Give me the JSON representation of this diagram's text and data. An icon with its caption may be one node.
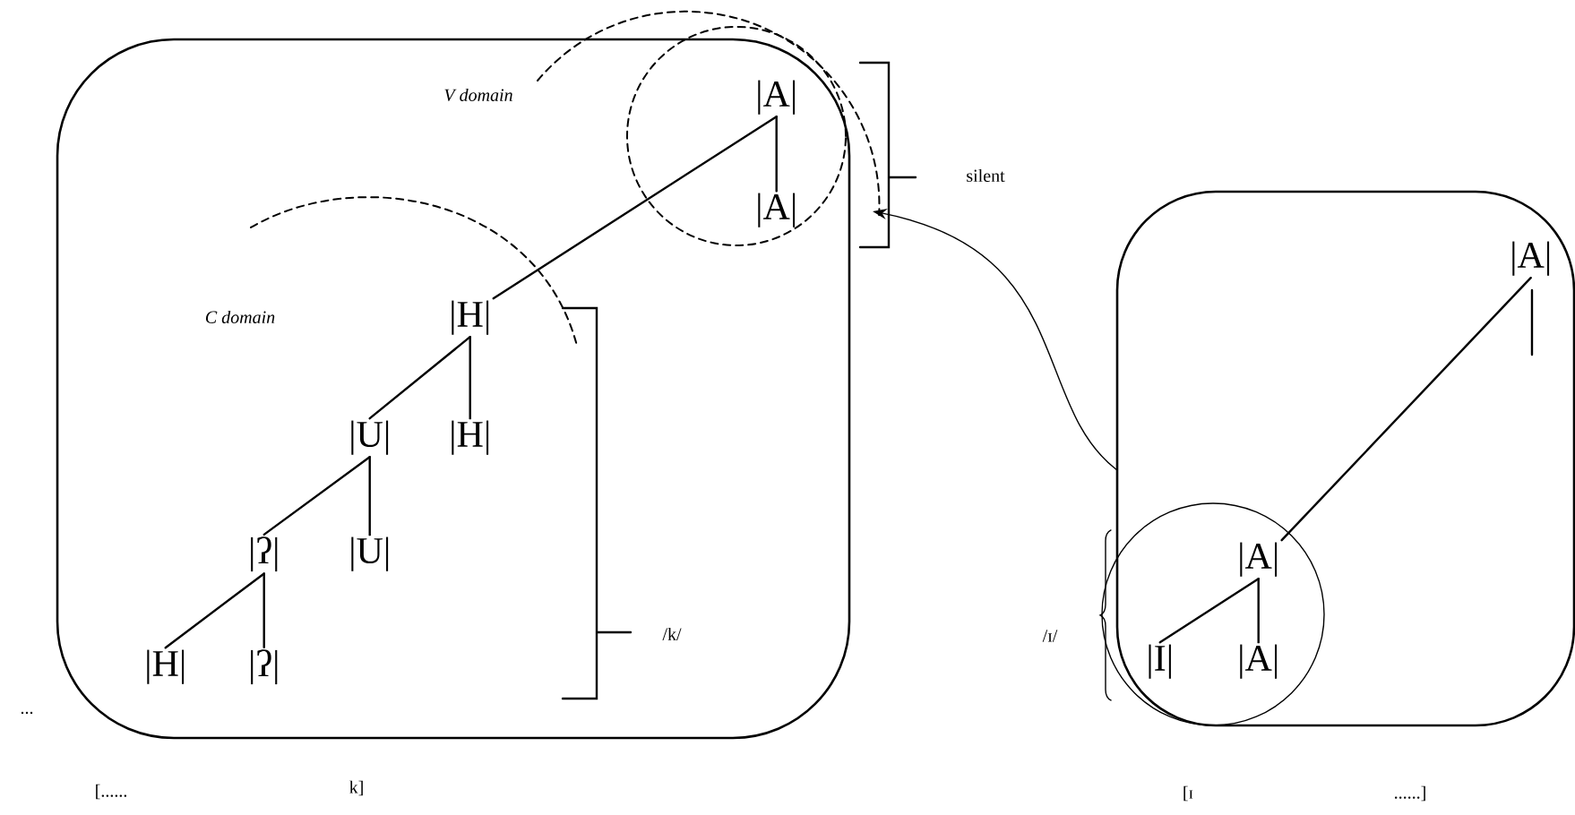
{
  "diagram": {
    "nodes": [
      {
        "text": [],
        "shape": "box"
      },
      {
        "text": [
          "|A|"
        ],
        "in": 0
      },
      {
        "text": [
          "|A|"
        ],
        "in": 0
      },
      {
        "text": [
          "|H|"
        ],
        "in": 0
      },
      {
        "text": [
          "|U|"
        ],
        "in": 0
      },
      {
        "text": [
          "|H|"
        ],
        "in": 0
      },
      {
        "text": [
          "|ʔ|"
        ],
        "in": 0
      },
      {
        "text": [
          "|U|"
        ],
        "in": 0
      },
      {
        "text": [
          "|H|"
        ],
        "in": 0
      },
      {
        "text": [
          "|ʔ|"
        ],
        "in": 0
      },
      {
        "text": [],
        "shape": "box"
      },
      {
        "text": [
          "|A|"
        ],
        "in": 10
      },
      {
        "text": [
          "|A|"
        ],
        "in": 10
      },
      {
        "text": [
          "|I|"
        ],
        "in": 10
      },
      {
        "text": [
          "|A|"
        ],
        "in": 10
      }
    ],
    "edges": [
      {
        "from": 1,
        "to": 2,
        "arrow": "none"
      },
      {
        "from": 1,
        "to": 3,
        "arrow": "none"
      },
      {
        "from": 3,
        "to": 4,
        "arrow": "none"
      },
      {
        "from": 3,
        "to": 5,
        "arrow": "none"
      },
      {
        "from": 4,
        "to": 6,
        "arrow": "none"
      },
      {
        "from": 4,
        "to": 7,
        "arrow": "none"
      },
      {
        "from": 6,
        "to": 8,
        "arrow": "none"
      },
      {
        "from": 6,
        "to": 9,
        "arrow": "none"
      },
      {
        "from": 11,
        "to": 12,
        "arrow": "none"
      },
      {
        "from": 12,
        "to": 13,
        "arrow": "none"
      },
      {
        "from": 12,
        "to": 14,
        "arrow": "none"
      },
      {
        "from": 10,
        "to": null,
        "arrow": "to"
      }
    ],
    "labels": [
      "V domain",
      "silent",
      "C domain",
      "/k/",
      "/ɪ/",
      "...",
      "[......",
      "k]",
      "[ɪ",
      "......]"
    ]
  }
}
